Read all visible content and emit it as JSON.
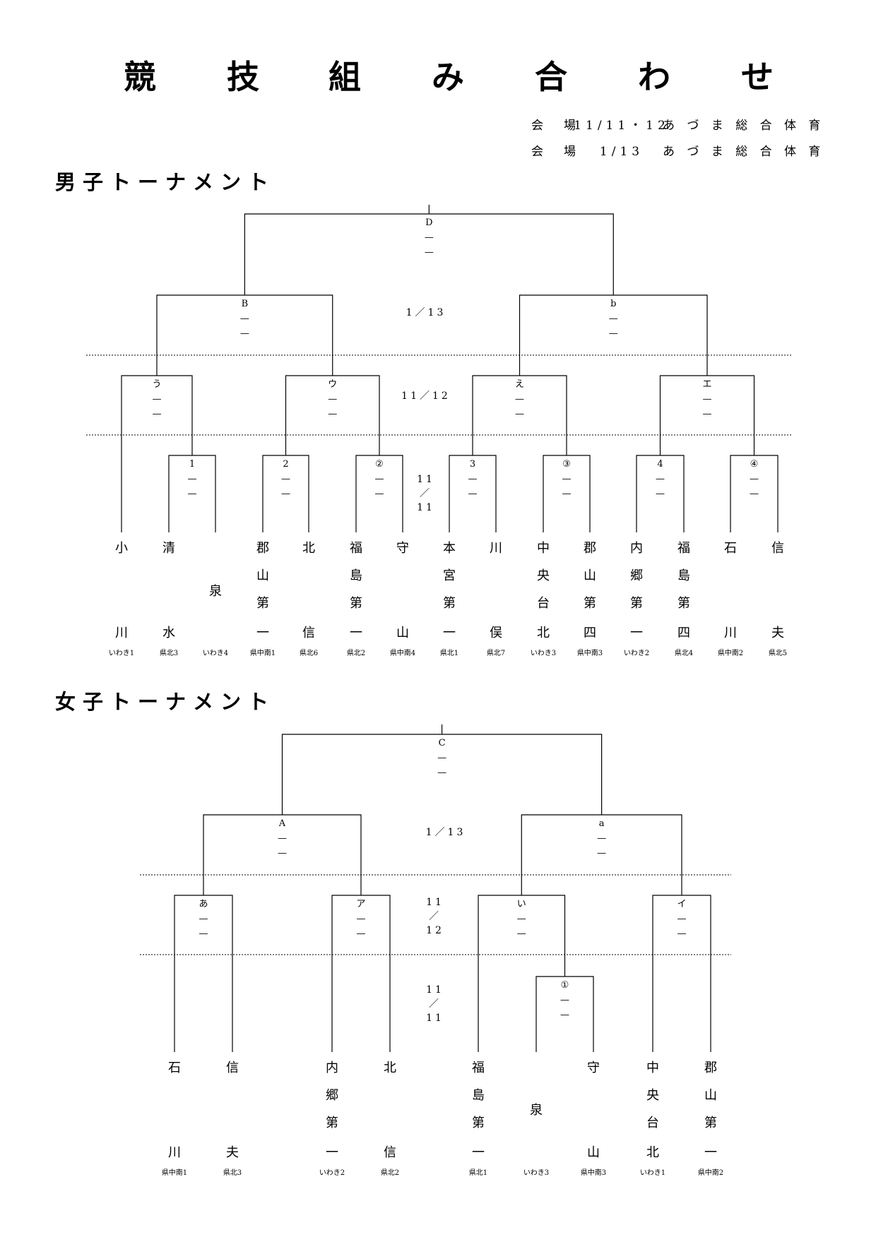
{
  "title": [
    "競",
    "技",
    "組",
    "み",
    "合",
    "わ",
    "せ"
  ],
  "venue_lines": [
    {
      "label": "会　場",
      "date": "11/11・12",
      "place": "あ づ ま 総 合 体 育"
    },
    {
      "label": "会　場",
      "date": "1/13",
      "place": "あ づ ま 総 合 体 育"
    }
  ],
  "men": {
    "heading": "男子トーナメント",
    "final": {
      "label": "D",
      "dashes": [
        "—",
        "—"
      ]
    },
    "semis": [
      {
        "label": "B",
        "dashes": [
          "—",
          "—"
        ]
      },
      {
        "label": "b",
        "dashes": [
          "—",
          "—"
        ]
      }
    ],
    "quarters": [
      {
        "label": "う",
        "dashes": [
          "—",
          "—"
        ]
      },
      {
        "label": "ウ",
        "dashes": [
          "—",
          "—"
        ]
      },
      {
        "label": "え",
        "dashes": [
          "—",
          "—"
        ]
      },
      {
        "label": "エ",
        "dashes": [
          "—",
          "—"
        ]
      }
    ],
    "firsts": [
      {
        "label": "1",
        "dashes": [
          "—",
          "—"
        ]
      },
      {
        "label": "2",
        "dashes": [
          "—",
          "—"
        ]
      },
      {
        "label": "②",
        "dashes": [
          "—",
          "—"
        ]
      },
      {
        "label": "3",
        "dashes": [
          "—",
          "—"
        ]
      },
      {
        "label": "③",
        "dashes": [
          "—",
          "—"
        ]
      },
      {
        "label": "4",
        "dashes": [
          "—",
          "—"
        ]
      },
      {
        "label": "④",
        "dashes": [
          "—",
          "—"
        ]
      }
    ],
    "dates": {
      "round_1_13": "1／13",
      "round_11_12": "11／12",
      "round_11_11": [
        "11",
        "／",
        "11"
      ]
    },
    "teams": [
      {
        "top": [
          "小"
        ],
        "bottom": "川",
        "tag": "いわき1"
      },
      {
        "top": [
          "清"
        ],
        "bottom": "水",
        "tag": "県北3"
      },
      {
        "middle": "泉",
        "tag": "いわき4"
      },
      {
        "top": [
          "郡",
          "山",
          "第"
        ],
        "bottom": "一",
        "tag": "県中南1"
      },
      {
        "top": [
          "北"
        ],
        "bottom": "信",
        "tag": "県北6"
      },
      {
        "top": [
          "福",
          "島",
          "第"
        ],
        "bottom": "一",
        "tag": "県北2"
      },
      {
        "top": [
          "守"
        ],
        "bottom": "山",
        "tag": "県中南4"
      },
      {
        "top": [
          "本",
          "宮",
          "第"
        ],
        "bottom": "一",
        "tag": "県北1"
      },
      {
        "top": [
          "川"
        ],
        "bottom": "俣",
        "tag": "県北7"
      },
      {
        "top": [
          "中",
          "央",
          "台"
        ],
        "bottom": "北",
        "tag": "いわき3"
      },
      {
        "top": [
          "郡",
          "山",
          "第"
        ],
        "bottom": "四",
        "tag": "県中南3"
      },
      {
        "top": [
          "内",
          "郷",
          "第"
        ],
        "bottom": "一",
        "tag": "いわき2"
      },
      {
        "top": [
          "福",
          "島",
          "第"
        ],
        "bottom": "四",
        "tag": "県北4"
      },
      {
        "top": [
          "石"
        ],
        "bottom": "川",
        "tag": "県中南2"
      },
      {
        "top": [
          "信"
        ],
        "bottom": "夫",
        "tag": "県北5"
      }
    ]
  },
  "women": {
    "heading": "女子トーナメント",
    "final": {
      "label": "C",
      "dashes": [
        "—",
        "—"
      ]
    },
    "semis": [
      {
        "label": "A",
        "dashes": [
          "—",
          "—"
        ]
      },
      {
        "label": "a",
        "dashes": [
          "—",
          "—"
        ]
      }
    ],
    "quarters": [
      {
        "label": "あ",
        "dashes": [
          "—",
          "—"
        ]
      },
      {
        "label": "ア",
        "dashes": [
          "—",
          "—"
        ]
      },
      {
        "label": "い",
        "dashes": [
          "—",
          "—"
        ]
      },
      {
        "label": "イ",
        "dashes": [
          "—",
          "—"
        ]
      }
    ],
    "firsts": [
      {
        "label": "①",
        "dashes": [
          "—",
          "—"
        ]
      }
    ],
    "dates": {
      "round_1_13": "1／13",
      "round_11_12": [
        "11",
        "／",
        "12"
      ],
      "round_11_11": [
        "11",
        "／",
        "11"
      ]
    },
    "teams": [
      {
        "top": [
          "石"
        ],
        "bottom": "川",
        "tag": "県中南1"
      },
      {
        "top": [
          "信"
        ],
        "bottom": "夫",
        "tag": "県北3"
      },
      {
        "top": [
          "内",
          "郷",
          "第"
        ],
        "bottom": "一",
        "tag": "いわき2"
      },
      {
        "top": [
          "北"
        ],
        "bottom": "信",
        "tag": "県北2"
      },
      {
        "top": [
          "福",
          "島",
          "第"
        ],
        "bottom": "一",
        "tag": "県北1"
      },
      {
        "middle": "泉",
        "tag": "いわき3"
      },
      {
        "top": [
          "守"
        ],
        "bottom": "山",
        "tag": "県中南3"
      },
      {
        "top": [
          "中",
          "央",
          "台"
        ],
        "bottom": "北",
        "tag": "いわき1"
      },
      {
        "top": [
          "郡",
          "山",
          "第"
        ],
        "bottom": "一",
        "tag": "県中南2"
      }
    ]
  }
}
